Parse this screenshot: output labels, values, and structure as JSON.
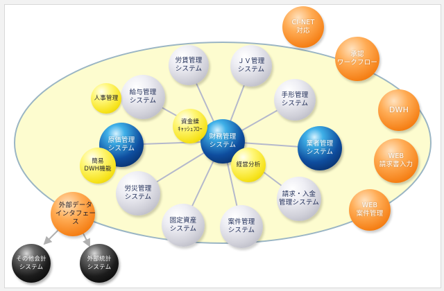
{
  "nodes": {
    "rodo_chingin": "労賃管理\nシステム",
    "jv": "ＪＶ管理\nシステム",
    "tegata": "手形管理\nシステム",
    "kyuyo": "給与管理\nシステム",
    "jinji": "人事管理",
    "shikin": "資金繰\nｷｬｯｼｭﾌﾛｰ",
    "zaimu": "財務管理\nシステム",
    "genka": "原価管理\nシステム",
    "kanni_dwh": "簡易\nDWH機能",
    "keiei": "経営分析",
    "gyosha": "業者管理\nシステム",
    "rosai": "労災管理\nシステム",
    "seikyu": "請求・入金\n管理システム",
    "kotei": "固定資産\nシステム",
    "anken": "案件管理\nシステム",
    "gaibu_if": "外部データ\nインタフェース",
    "other_acct": "その他会計\nシステム",
    "gaibu_sys": "外部統計\nシステム",
    "cinet": "CI-NET\n対応",
    "workflow": "承認\nワークフロー",
    "dwh": "DWH",
    "web_seikyu": "WEB\n請求書入力",
    "web_anken": "WEB\n案件管理"
  },
  "colors": {
    "ellipse_fill": "#fdfccf",
    "ellipse_stroke": "#9ab5c4",
    "spoke": "#b4b8cc",
    "arrow": "#b0b0b0"
  }
}
